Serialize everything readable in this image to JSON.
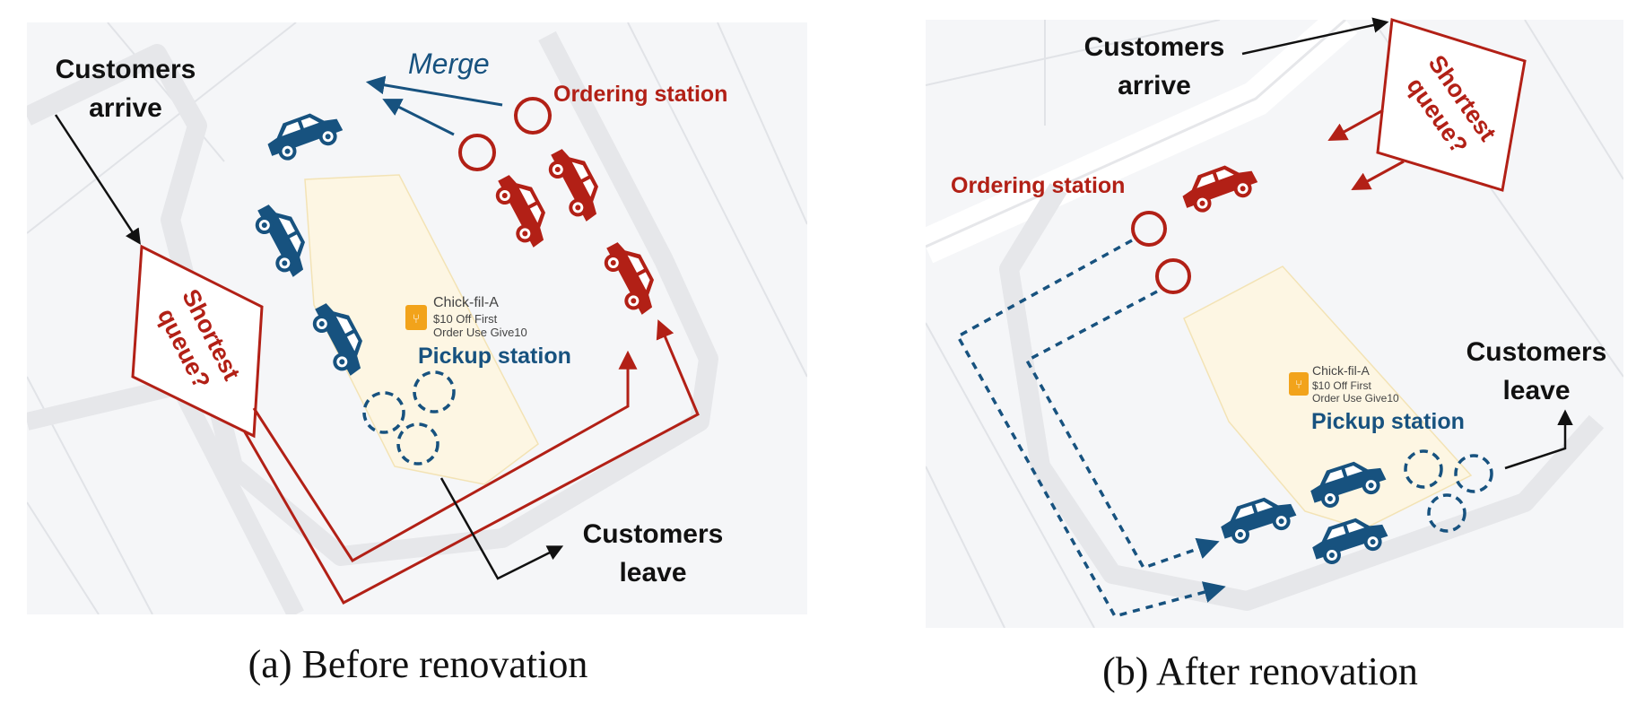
{
  "left_panel": {
    "customers_arrive": [
      "Customers",
      "arrive"
    ],
    "merge": "Merge",
    "ordering_station": "Ordering station",
    "shortest_queue": [
      "Shortest",
      "queue?"
    ],
    "pickup_station": "Pickup station",
    "customers_leave": [
      "Customers",
      "leave"
    ],
    "map_poi": [
      "Chick-fil-A",
      "$10 Off First",
      "Order Use Give10"
    ],
    "caption": "(a) Before renovation"
  },
  "right_panel": {
    "customers_arrive": [
      "Customers",
      "arrive"
    ],
    "shortest_queue": [
      "Shortest",
      "queue?"
    ],
    "ordering_station": "Ordering station",
    "customers_leave": [
      "Customers",
      "leave"
    ],
    "pickup_station": "Pickup station",
    "map_poi": [
      "Chick-fil-A",
      "$10 Off First",
      "Order Use Give10"
    ],
    "caption": "(b) After renovation"
  },
  "colors": {
    "red": "#b22016",
    "blue": "#17527f",
    "black": "#111111",
    "map_bg": "#f5f6f8",
    "road": "#e6e7ea",
    "building": "#fdf6e3",
    "poi": "#f2a31b"
  }
}
